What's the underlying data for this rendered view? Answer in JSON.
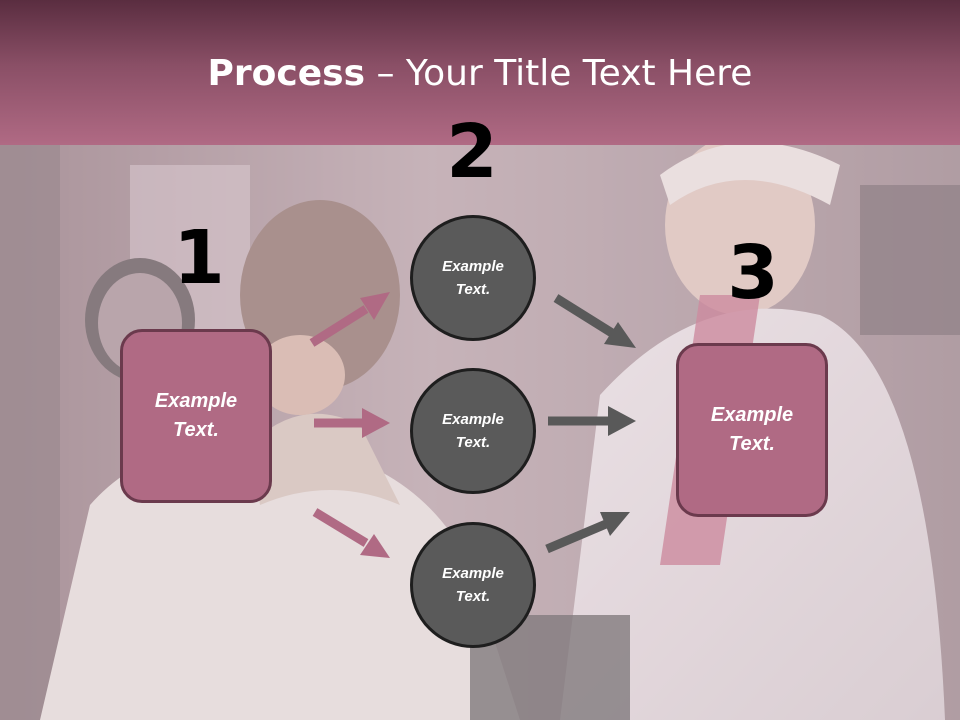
{
  "title": {
    "bold": "Process",
    "rest": " – Your Title Text Here"
  },
  "steps": {
    "one": "1",
    "two": "2",
    "three": "3"
  },
  "left_box": {
    "line1": "Example",
    "line2": "Text."
  },
  "right_box": {
    "line1": "Example",
    "line2": "Text."
  },
  "circles": [
    {
      "line1": "Example",
      "line2": "Text."
    },
    {
      "line1": "Example",
      "line2": "Text."
    },
    {
      "line1": "Example",
      "line2": "Text."
    }
  ],
  "colors": {
    "header": "#8a4f66",
    "box_fill": "#b06a84",
    "box_border": "#6b3a4d",
    "circle_fill": "#5a5a5a",
    "circle_border": "#1e1e1e",
    "pink_arrow": "#b06a84",
    "gray_arrow": "#595959"
  }
}
